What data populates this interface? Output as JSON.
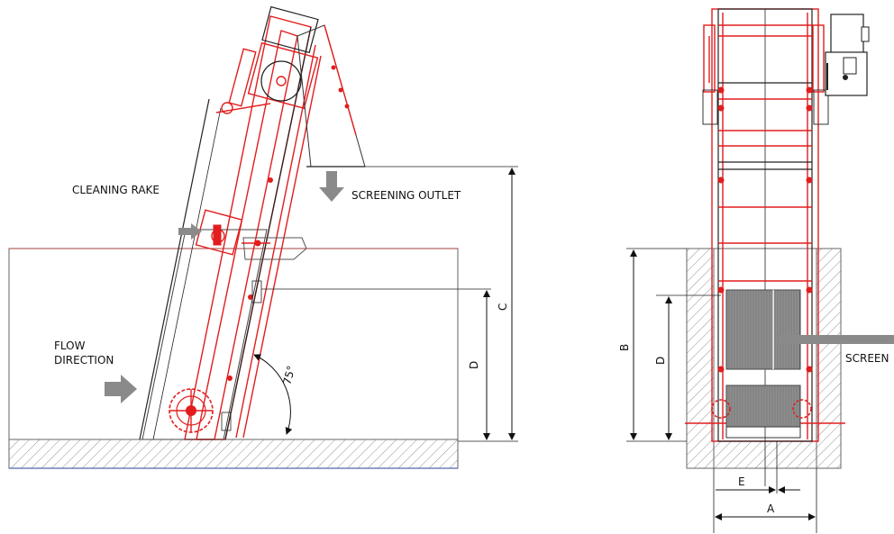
{
  "side_view": {
    "labels": {
      "cleaning_rake": "CLEANING RAKE",
      "screening_outlet": "SCREENING OUTLET",
      "flow_direction_line1": "FLOW",
      "flow_direction_line2": "DIRECTION",
      "angle": "75°"
    },
    "dimensions": {
      "c": "C",
      "d": "D"
    }
  },
  "front_view": {
    "labels": {
      "screen": "SCREEN"
    },
    "dimensions": {
      "a": "A",
      "b": "B",
      "d": "D",
      "e": "E"
    }
  },
  "colors": {
    "machine": "#e21d1d",
    "lines": "#222222",
    "arrows": "#8a8a8a",
    "screen_panel": "#8f8f8f",
    "water_line": "#5566aa"
  }
}
